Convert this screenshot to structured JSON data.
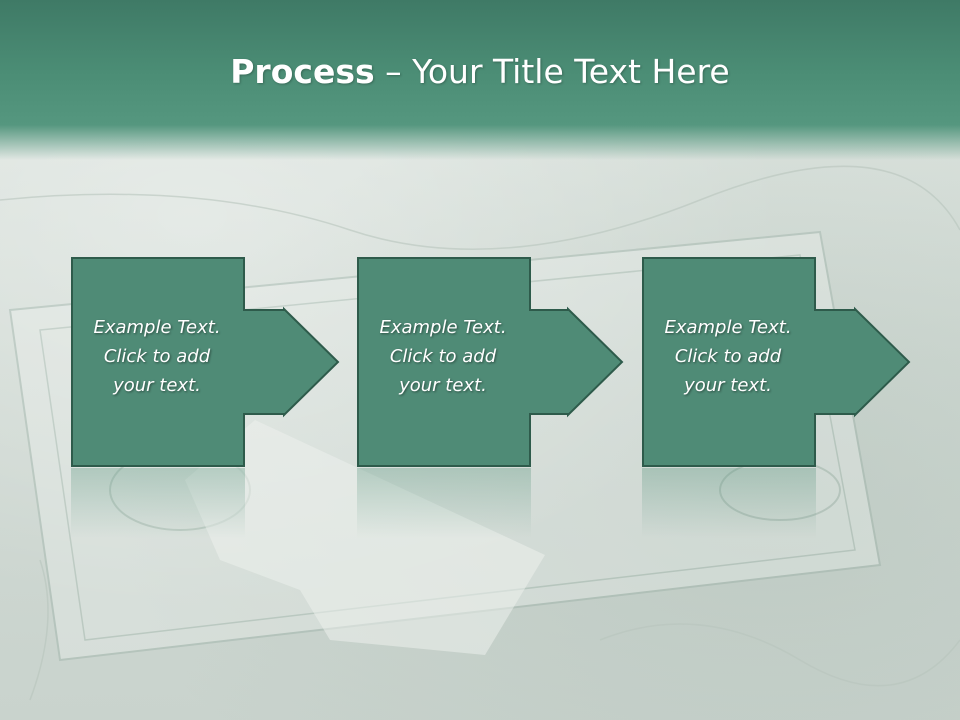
{
  "slide": {
    "title_bold": "Process",
    "title_rest": " – Your Title Text Here"
  },
  "steps": [
    {
      "line1": "Example Text.",
      "line2": "Click  to add",
      "line3": "your text."
    },
    {
      "line1": "Example Text.",
      "line2": "Click  to add",
      "line3": "your text."
    },
    {
      "line1": "Example Text.",
      "line2": "Click  to add",
      "line3": "your text."
    }
  ],
  "colors": {
    "header": "#4b8d75",
    "box_fill": "#4f8b76",
    "box_border": "#2e5b4b",
    "text": "#ffffff"
  }
}
